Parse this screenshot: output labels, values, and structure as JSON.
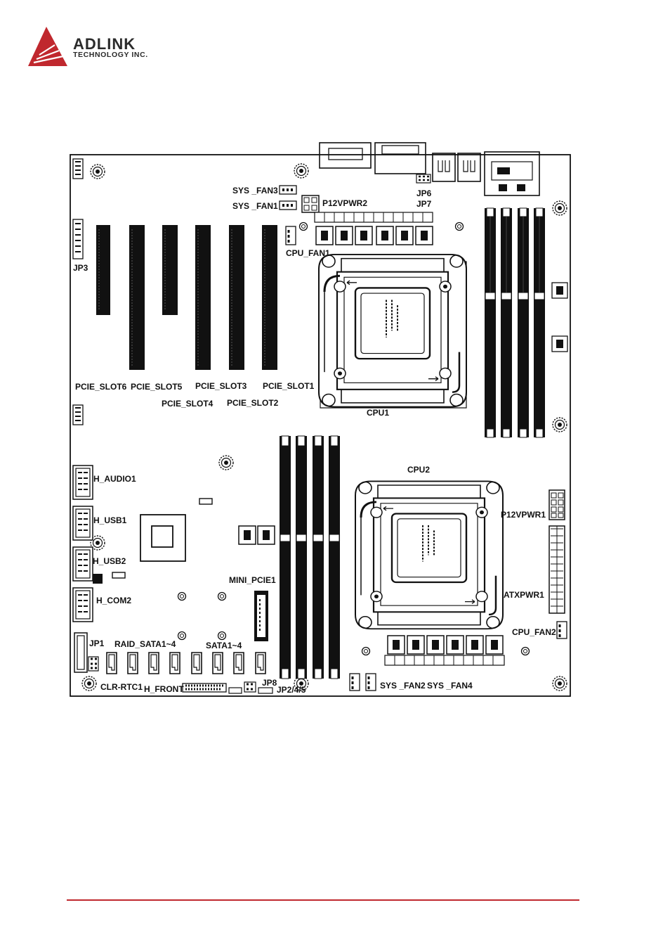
{
  "brand": {
    "name": "ADLINK",
    "tagline": "TECHNOLOGY INC.",
    "accent": "#c0282e"
  },
  "labels": {
    "sys_fan3": "SYS _FAN3",
    "sys_fan1": "SYS _FAN1",
    "p12vpwr2": "P12VPWR2",
    "jp6": "JP6",
    "jp7": "JP7",
    "cpu_fan1": "CPU_FAN1",
    "jp3": "JP3",
    "pcie_slot6": "PCIE_SLOT6",
    "pcie_slot5": "PCIE_SLOT5",
    "pcie_slot3": "PCIE_SLOT3",
    "pcie_slot1": "PCIE_SLOT1",
    "pcie_slot4": "PCIE_SLOT4",
    "pcie_slot2": "PCIE_SLOT2",
    "cpu1": "CPU1",
    "cpu2": "CPU2",
    "h_audio1": "H_AUDIO1",
    "h_usb1": "H_USB1",
    "h_usb2": "H_USB2",
    "h_com2": "H_COM2",
    "mini_pcie1": "MINI_PCIE1",
    "p12vpwr1": "P12VPWR1",
    "atxpwr1": "ATXPWR1",
    "cpu_fan2": "CPU_FAN2",
    "jp1": "JP1",
    "raid_sata": "RAID_SATA1~4",
    "sata": "SATA1~4",
    "clr_rtc1": "CLR-RTC1",
    "h_front": "H_FRONT",
    "jp8": "JP8",
    "jp2_4_5": "JP2/4/5",
    "sys_fan2": "SYS _FAN2",
    "sys_fan4": "SYS _FAN4"
  }
}
